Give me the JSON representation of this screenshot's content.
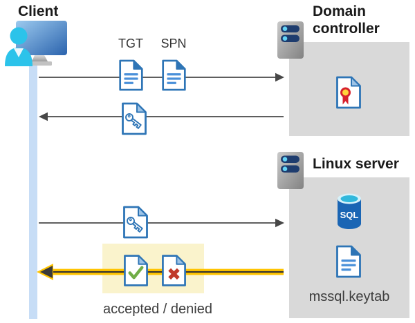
{
  "labels": {
    "client": "Client",
    "domain_controller": "Domain controller",
    "linux_server": "Linux server",
    "tgt": "TGT",
    "spn": "SPN",
    "sql": "SQL",
    "mssql_keytab": "mssql.keytab",
    "accepted_denied": "accepted / denied"
  },
  "icons": {
    "client": "monitor-with-user-icon",
    "servers": "server-tower-icon",
    "tgt_spn": "document-icon",
    "ticket": "key-document-icon",
    "certificate": "certificate-document-icon",
    "database": "sql-database-cylinder-icon",
    "keytab": "document-icon",
    "accepted": "checkmark-document-icon",
    "denied": "x-document-icon"
  },
  "colors": {
    "doc_blue": "#2e75b6",
    "doc_fold_light": "#9dc3e6",
    "doc_line_blue": "#4a90d9",
    "panel_gray": "#d9d9d9",
    "highlight_box_yellow": "#faf3cc",
    "arrow_gray": "#474747",
    "arrow_highlight_yellow": "#ffc400",
    "check_green": "#70ad47",
    "cross_red": "#c0392b",
    "cert_red": "#d6202c",
    "cert_gold": "#ffd43a",
    "sql_body_blue": "#1a65b4",
    "sql_top_cyan": "#31b8dc",
    "sql_top_ring": "#d6f2fa",
    "server_pill_navy": "#1e3c6e",
    "server_dot_cyan": "#64d3f6",
    "client_cyan": "#2cc3ea",
    "client_timeline_blue": "#c7ddf6",
    "heading_text": "#1a1a1a",
    "label_text": "#3d3d3d"
  }
}
